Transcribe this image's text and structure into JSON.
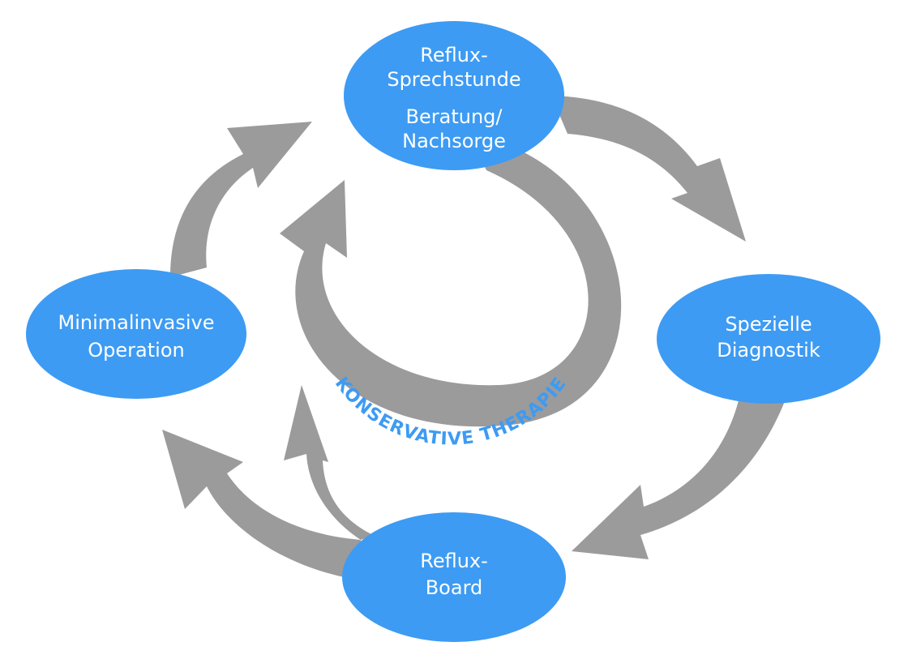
{
  "diagram": {
    "colors": {
      "node_fill": "#3d9bf3",
      "node_text": "#ffffff",
      "arrow": "#9b9b9b",
      "ring_text": "#3d9bf3"
    },
    "nodes": {
      "top": {
        "line1": "Reflux-",
        "line2": "Sprechstunde",
        "line3": "Beratung/",
        "line4": "Nachsorge"
      },
      "right": {
        "line1": "Spezielle",
        "line2": "Diagnostik"
      },
      "bottom": {
        "line1": "Reflux-",
        "line2": "Board"
      },
      "left": {
        "line1": "Minimalinvasive",
        "line2": "Operation"
      }
    },
    "center_ring_label": "KONSERVATIVE THERAPIE",
    "flow": [
      {
        "from": "top",
        "to": "right"
      },
      {
        "from": "right",
        "to": "bottom"
      },
      {
        "from": "bottom",
        "to": "left"
      },
      {
        "from": "bottom",
        "to": "center"
      },
      {
        "from": "left",
        "to": "top"
      },
      {
        "from": "top",
        "to": "center"
      }
    ]
  }
}
